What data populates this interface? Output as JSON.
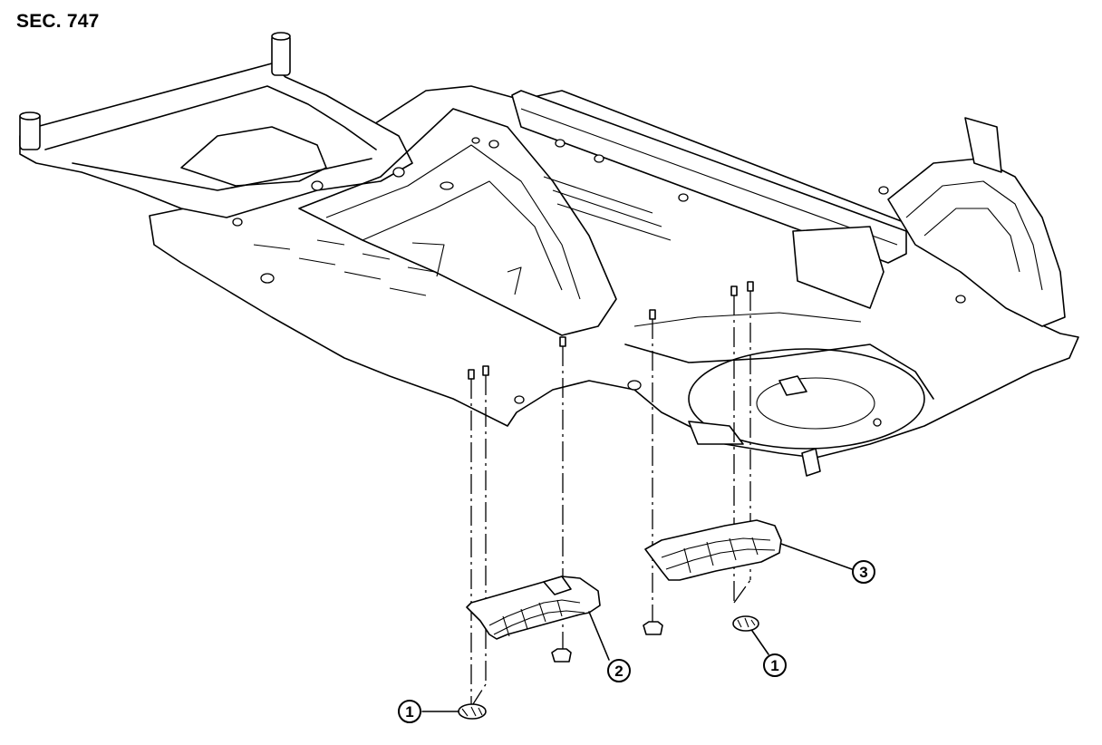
{
  "section_label": "SEC. 747",
  "callouts": [
    {
      "id": "c1-left",
      "number": "1"
    },
    {
      "id": "c2",
      "number": "2"
    },
    {
      "id": "c3",
      "number": "3"
    },
    {
      "id": "c1-right",
      "number": "1"
    }
  ],
  "colors": {
    "line": "#000000",
    "background": "#ffffff"
  }
}
